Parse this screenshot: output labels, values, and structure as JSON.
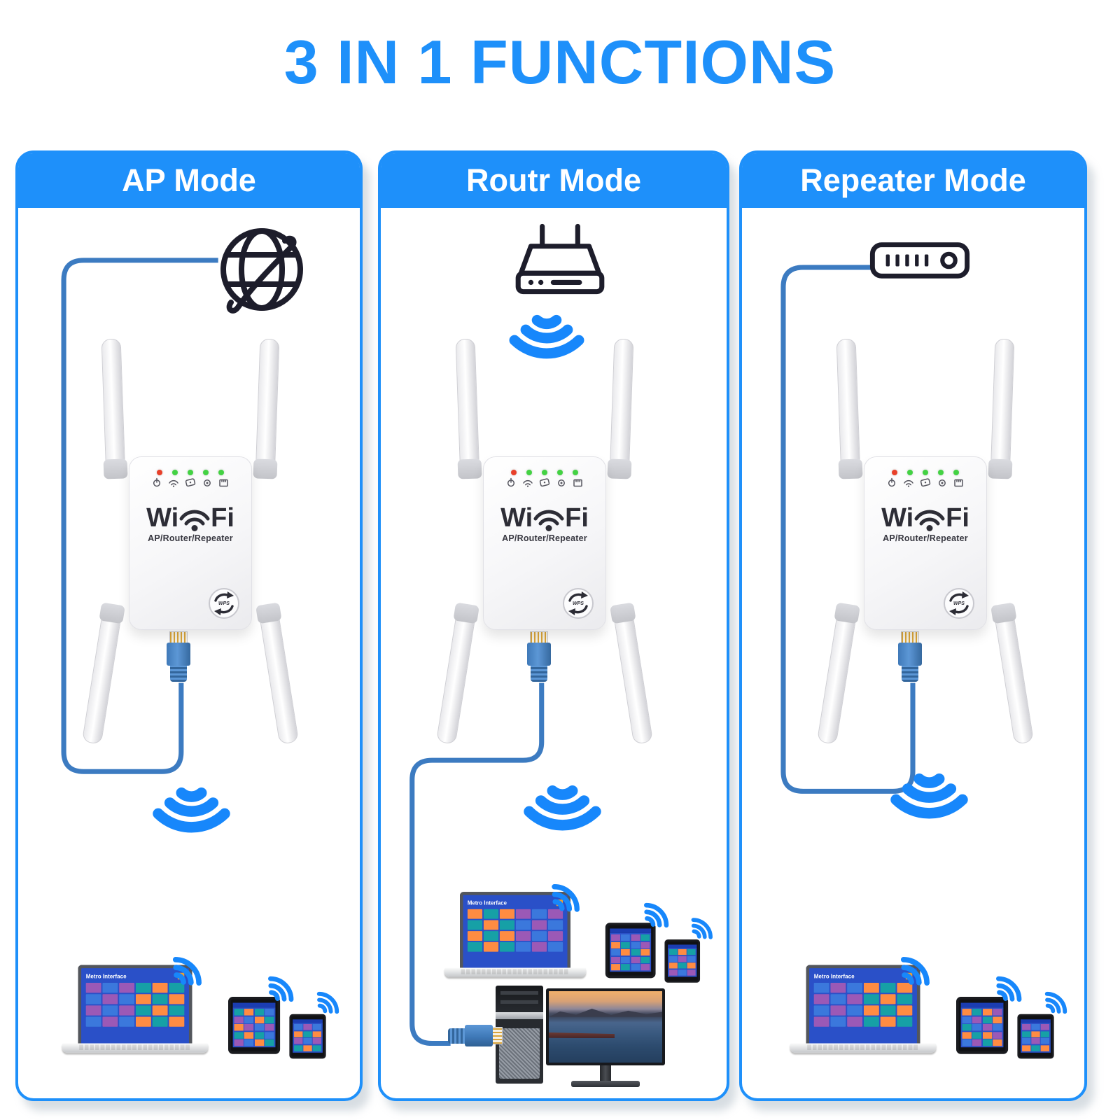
{
  "title": "3 IN 1 FUNCTIONS",
  "panels": [
    {
      "title": "AP Mode",
      "source_icon": "internet-globe"
    },
    {
      "title": "Routr Mode",
      "source_icon": "wireless-router"
    },
    {
      "title": "Repeater Mode",
      "source_icon": "modem"
    }
  ],
  "device": {
    "brand_left": "Wi",
    "brand_right": "Fi",
    "subtitle": "AP/Router/Repeater",
    "wps_label": "WPS",
    "led_colors": [
      "#E8402A",
      "#43D243",
      "#43D243",
      "#43D243",
      "#43D243"
    ],
    "led_icon_names": [
      "power-icon",
      "wifi-icon",
      "wps-icon",
      "gear-icon",
      "ethernet-icon"
    ]
  },
  "client_screen": {
    "title": "Metro Interface"
  },
  "colors": {
    "accent": "#1E90FA",
    "wave": "#1787FB",
    "cable": "#3C7BC1",
    "led_red": "#E8402A",
    "led_green": "#43D243",
    "tile_palette": [
      "#9b59b6",
      "#f4c20d",
      "#e67e22",
      "#16a0a6",
      "#d93025",
      "#5bb75b",
      "#3b78dc",
      "#d81b7a",
      "#f1f1f3",
      "#ff8c42",
      "#2ecc71",
      "#f3d34a"
    ]
  }
}
